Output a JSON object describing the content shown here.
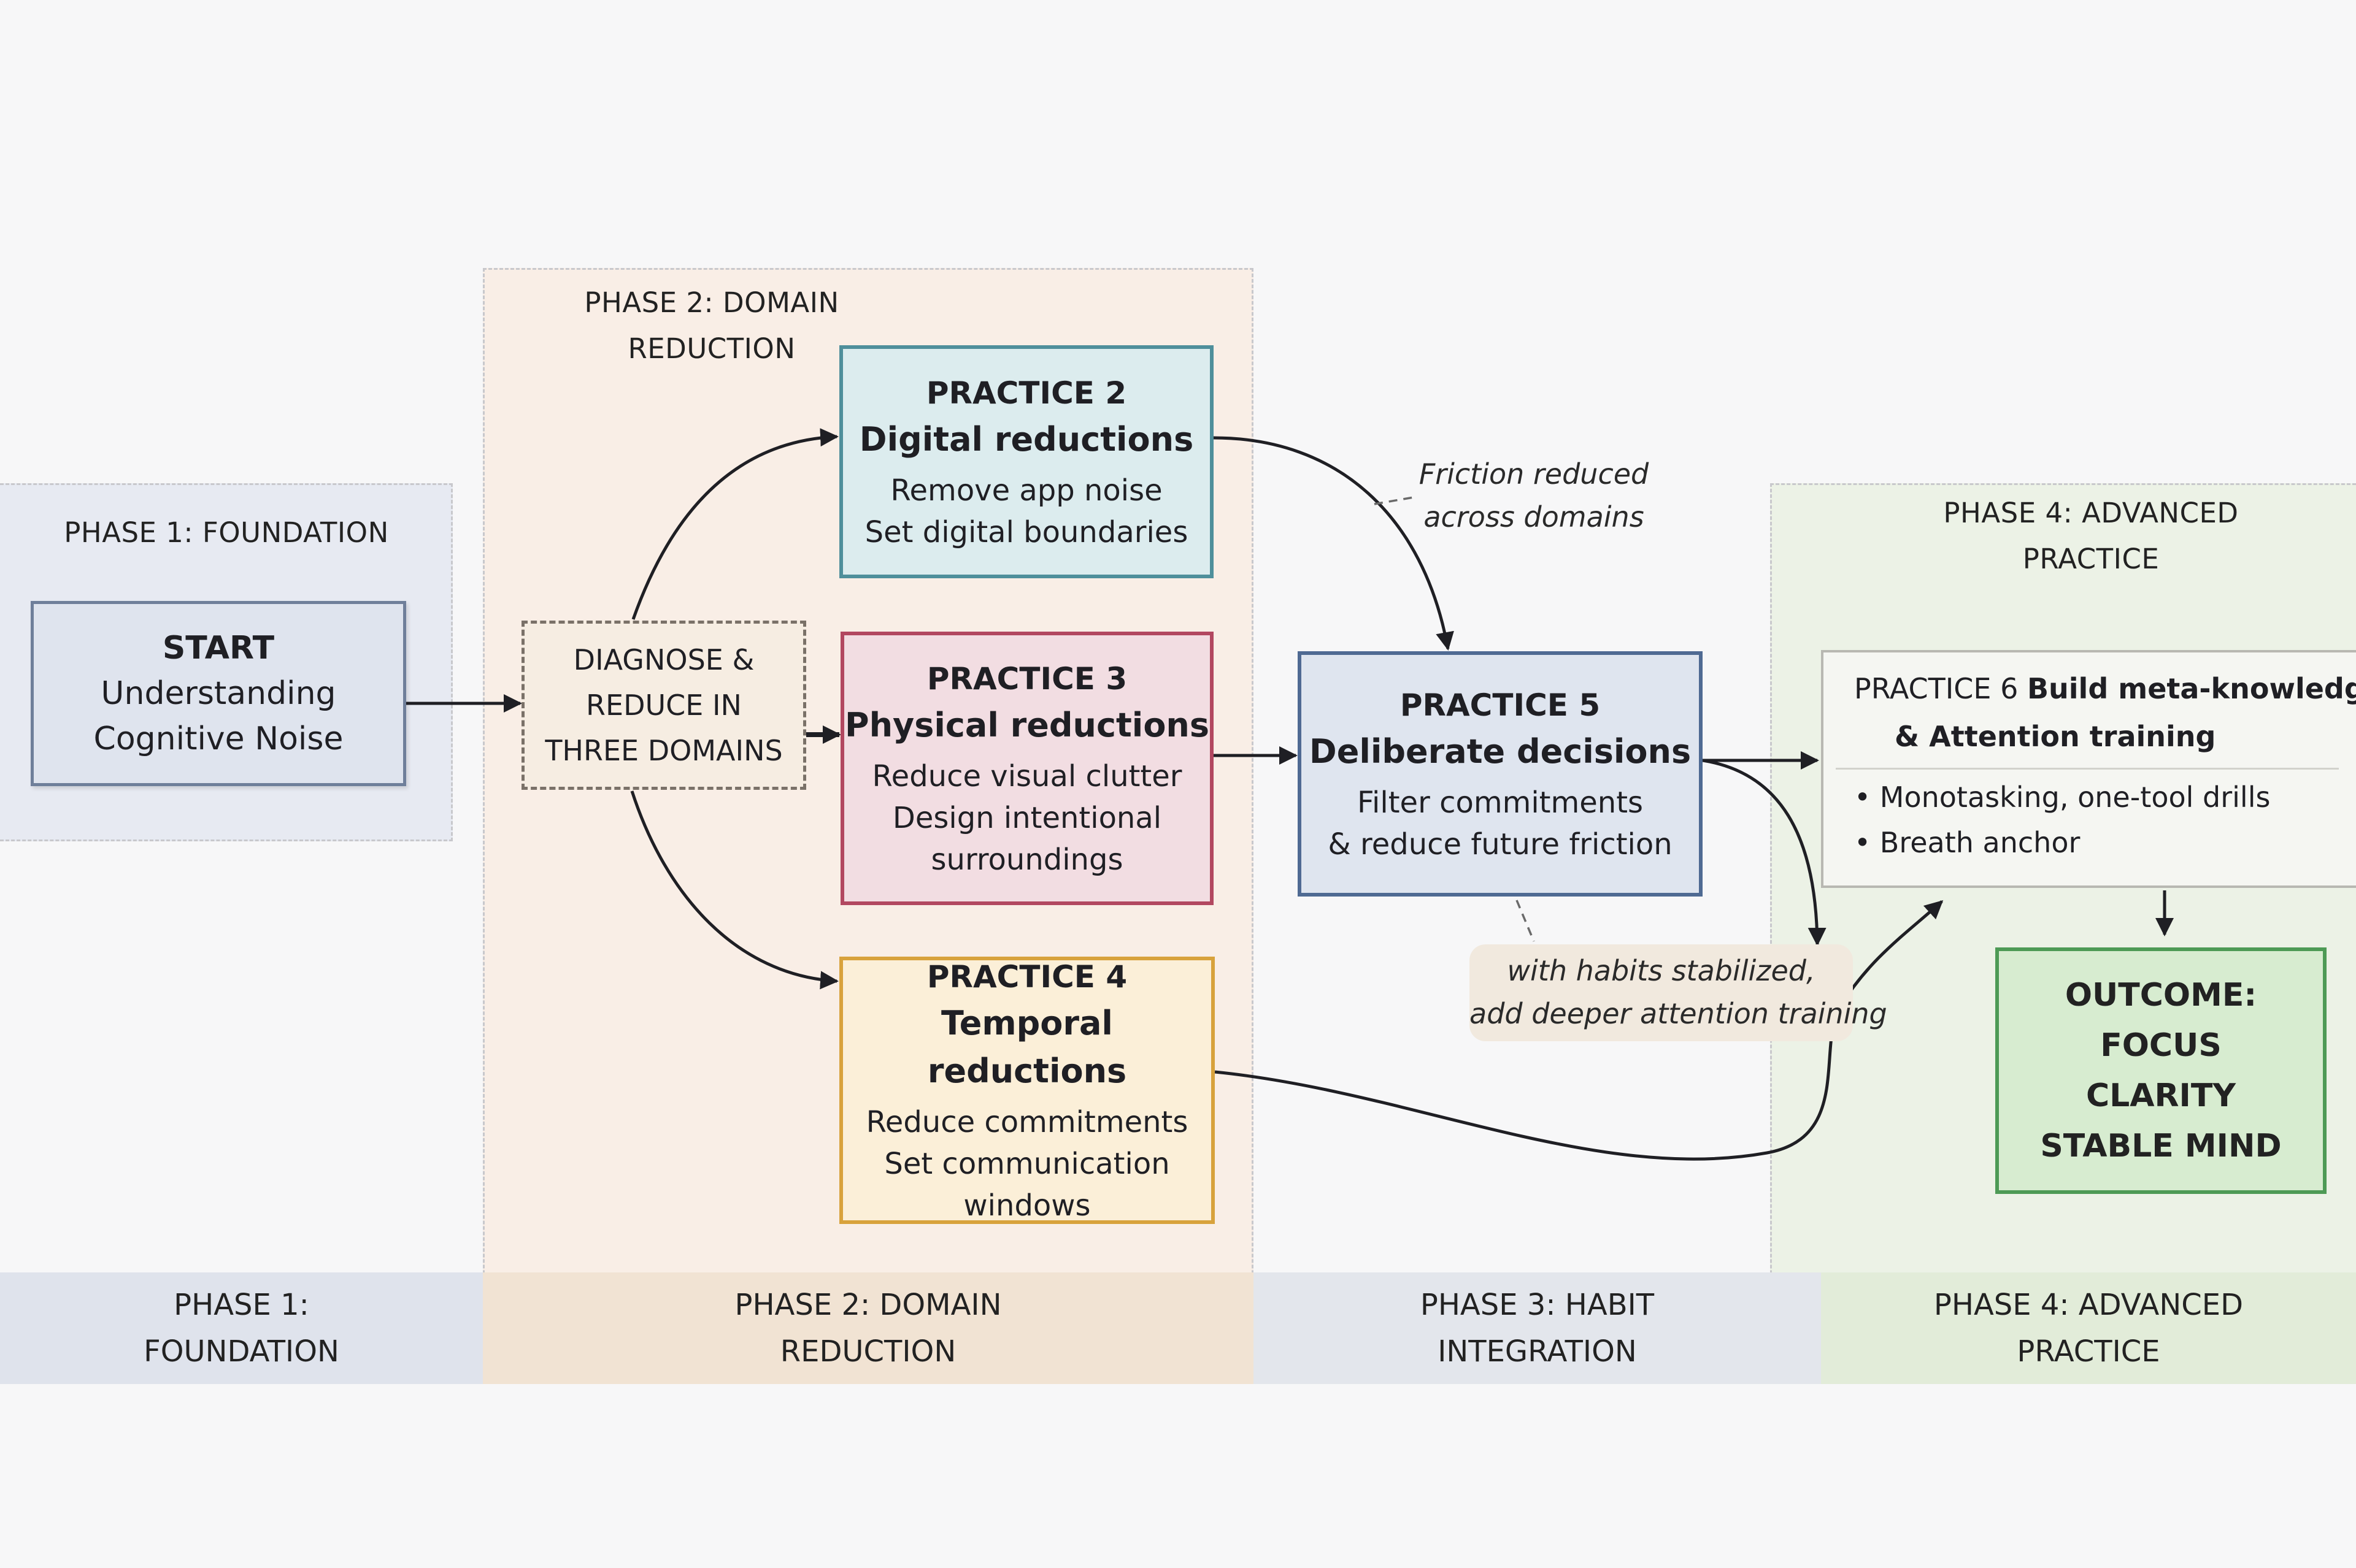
{
  "phase_panels": {
    "phase1": [
      "PHASE 1: FOUNDATION"
    ],
    "phase2": [
      "PHASE 2: DOMAIN",
      "REDUCTION"
    ],
    "phase4": [
      "PHASE 4: ADVANCED",
      "PRACTICE"
    ]
  },
  "nodes": {
    "start": {
      "title": "START",
      "lines": [
        "Understanding",
        "Cognitive Noise"
      ]
    },
    "diagnose": {
      "lines": [
        "DIAGNOSE &",
        "REDUCE IN",
        "THREE DOMAINS"
      ]
    },
    "practice2": {
      "label": "PRACTICE 2",
      "title": "Digital reductions",
      "lines": [
        "Remove app noise",
        "Set digital boundaries"
      ]
    },
    "practice3": {
      "label": "PRACTICE 3",
      "title": "Physical reductions",
      "lines": [
        "Reduce visual clutter",
        "Design intentional",
        "surroundings"
      ]
    },
    "practice4": {
      "label": "PRACTICE 4",
      "title": "Temporal reductions",
      "lines": [
        "Reduce commitments",
        "Set communication",
        "windows"
      ]
    },
    "practice5": {
      "label": "PRACTICE 5",
      "title": "Deliberate decisions",
      "lines": [
        "Filter commitments",
        "& reduce future friction"
      ]
    },
    "practice6": {
      "label": "PRACTICE 6",
      "title_line1": "Build meta-knowledge",
      "title_line2": "& Attention training",
      "bullets": [
        "Monotasking, one-tool drills",
        "Breath anchor"
      ]
    },
    "outcome": {
      "lines": [
        "OUTCOME:",
        "FOCUS",
        "CLARITY",
        "STABLE MIND"
      ]
    }
  },
  "annotations": {
    "friction": [
      "Friction reduced",
      "across domains"
    ],
    "habits": [
      "with habits stabilized,",
      "add deeper attention training"
    ]
  },
  "phase_band": [
    {
      "lines": [
        "PHASE 1:",
        "FOUNDATION"
      ]
    },
    {
      "lines": [
        "PHASE 2: DOMAIN",
        "REDUCTION"
      ]
    },
    {
      "lines": [
        "PHASE 3: HABIT",
        "INTEGRATION"
      ]
    },
    {
      "lines": [
        "PHASE 4: ADVANCED",
        "PRACTICE"
      ]
    }
  ],
  "colors": {
    "practice2": "#4f8f9b",
    "practice3": "#b24760",
    "practice4": "#d8a23c",
    "practice5": "#4f6a93",
    "outcome": "#4d9a55",
    "arrow": "#1f1f24"
  }
}
